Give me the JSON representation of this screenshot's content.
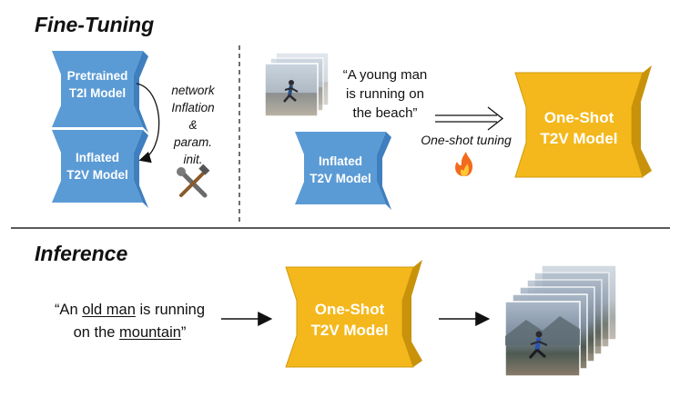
{
  "fine_tuning": {
    "title": "Fine-Tuning",
    "pretrained": {
      "line1": "Pretrained",
      "line2": "T2I Model"
    },
    "inflated_left": {
      "line1": "Inflated",
      "line2": "T2V Model"
    },
    "inflation_note": [
      "network",
      "Inflation",
      "&",
      "param.",
      "init."
    ],
    "prompt": [
      "“A young man",
      "is running on",
      "the beach”"
    ],
    "inflated_mid": {
      "line1": "Inflated",
      "line2": "T2V Model"
    },
    "tuning_label": "One-shot tuning",
    "one_shot": {
      "line1": "One-Shot",
      "line2": "T2V Model"
    }
  },
  "inference": {
    "title": "Inference",
    "prompt_line1_pre": "“An ",
    "prompt_line1_u": "old man",
    "prompt_line1_post": " is running",
    "prompt_line2_pre": "on the ",
    "prompt_line2_u": "mountain",
    "prompt_line2_post": "”",
    "one_shot": {
      "line1": "One-Shot",
      "line2": "T2V Model"
    }
  },
  "colors": {
    "blue_face": "#5b9bd5",
    "blue_side": "#3f7fbf",
    "gold_face": "#f4b81c",
    "gold_side": "#c8920a"
  },
  "icons": {
    "tools": "tools-icon",
    "fire": "fire-icon"
  }
}
